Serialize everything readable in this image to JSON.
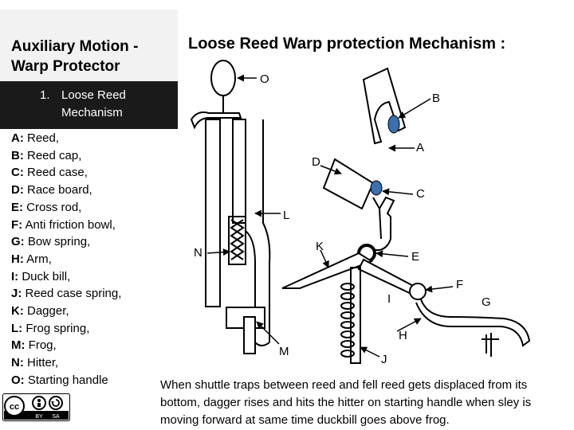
{
  "sidebar": {
    "title": "Auxiliary Motion -\nWarp Protector",
    "sub_number": "1.",
    "sub_heading": "Loose Reed\nMechanism"
  },
  "legend": [
    {
      "key": "A:",
      "text": " Reed,"
    },
    {
      "key": "B:",
      "text": " Reed cap,"
    },
    {
      "key": "C:",
      "text": " Reed case,"
    },
    {
      "key": "D:",
      "text": " Race board,"
    },
    {
      "key": "E:",
      "text": " Cross rod,"
    },
    {
      "key": "F:",
      "text": " Anti friction bowl,"
    },
    {
      "key": "G:",
      "text": " Bow spring,"
    },
    {
      "key": "H:",
      "text": " Arm,"
    },
    {
      "key": "I:",
      "text": " Duck bill,"
    },
    {
      "key": "J:",
      "text": " Reed case spring,"
    },
    {
      "key": "K:",
      "text": " Dagger,"
    },
    {
      "key": "L:",
      "text": " Frog spring,"
    },
    {
      "key": "M:",
      "text": " Frog,"
    },
    {
      "key": "N:",
      "text": " Hitter,"
    },
    {
      "key": "O:",
      "text": " Starting handle"
    }
  ],
  "main": {
    "title": "Loose Reed Warp protection Mechanism :",
    "caption": "When shuttle traps between reed and fell reed gets displaced from its bottom, dagger rises and hits the hitter on starting handle when sley is moving forward at same time duckbill goes above frog."
  },
  "diagram_labels": {
    "O": "O",
    "B": "B",
    "A": "A",
    "D": "D",
    "C": "C",
    "L": "L",
    "N": "N",
    "K": "K",
    "E": "E",
    "F": "F",
    "I": "I",
    "G": "G",
    "M": "M",
    "H": "H",
    "J": "J"
  },
  "badge": {
    "by": "BY",
    "sa": "SA"
  },
  "colors": {
    "pin_blue": "#3a6fb0",
    "dark_band": "#1a1a1a",
    "light_band": "#f2f2f2"
  }
}
